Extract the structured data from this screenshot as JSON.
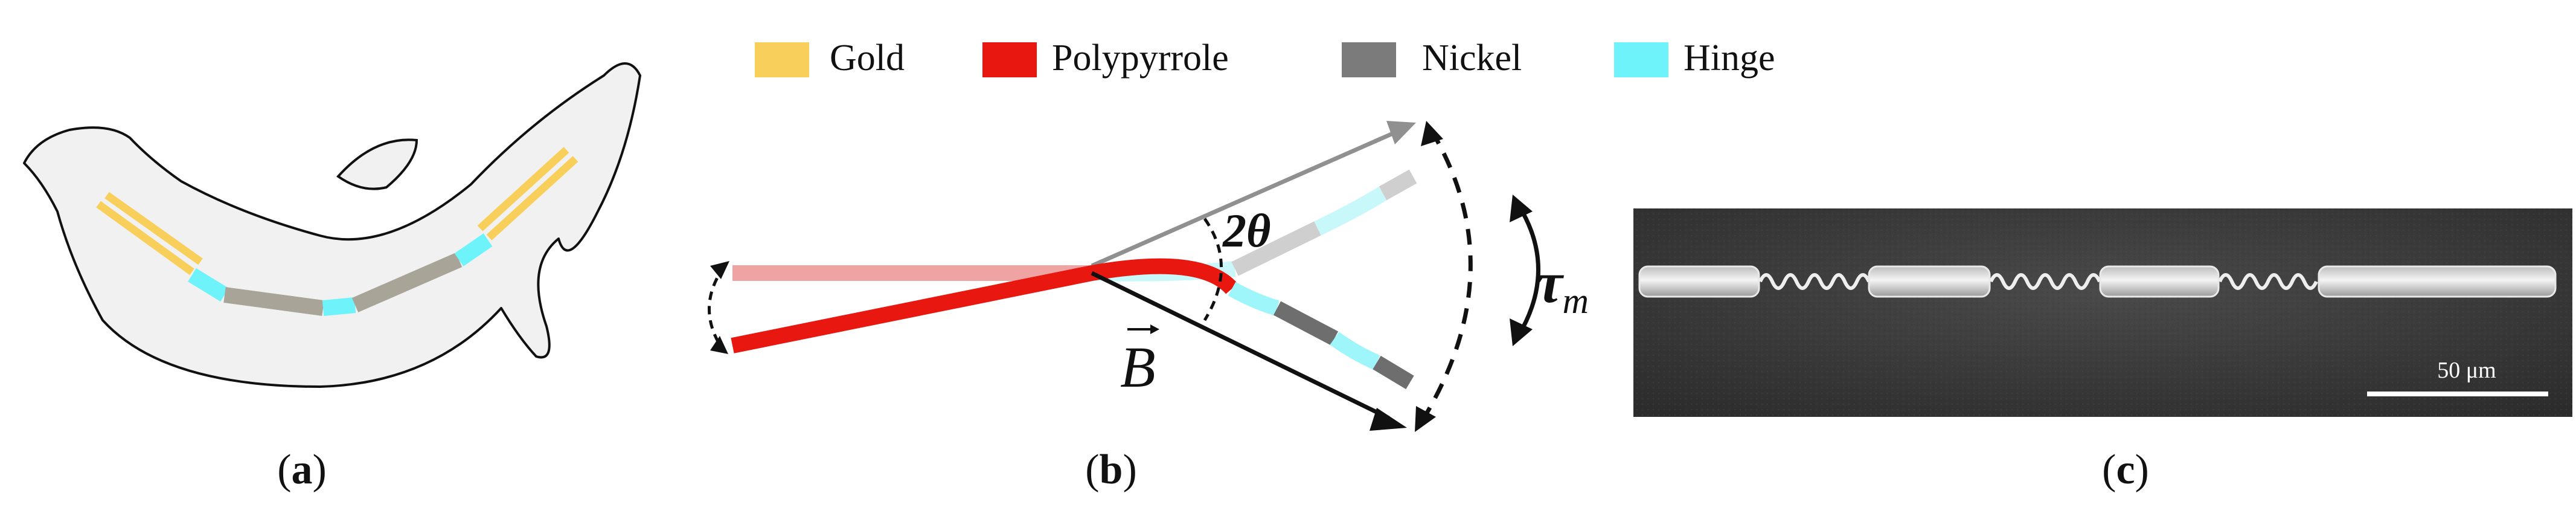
{
  "legend": {
    "items": [
      {
        "label": "Gold",
        "color": "#F9CF5B"
      },
      {
        "label": "Polypyrrole",
        "color": "#E8170F"
      },
      {
        "label": "Nickel",
        "color": "#7B7B7B"
      },
      {
        "label": "Hinge",
        "color": "#6FF3FA"
      }
    ]
  },
  "panels": {
    "a": {
      "label": "a"
    },
    "b": {
      "label": "b",
      "angle_label": "2θ",
      "field_label": "B",
      "torque_symbol": "τ",
      "torque_subscript": "m"
    },
    "c": {
      "label": "c",
      "scale_bar_label": "50 μm"
    }
  },
  "colors": {
    "gold": "#F9CF5B",
    "polypyrrole": "#E8170F",
    "polypyrrole_faded": "#F0A3A3",
    "nickel": "#7B7B7B",
    "nickel_faded": "#CFCFCF",
    "hinge": "#6FF3FA",
    "hinge_faded": "#C8F8FA",
    "body_fill": "#F1F1F1",
    "sem_background": "#3E3E3E"
  }
}
